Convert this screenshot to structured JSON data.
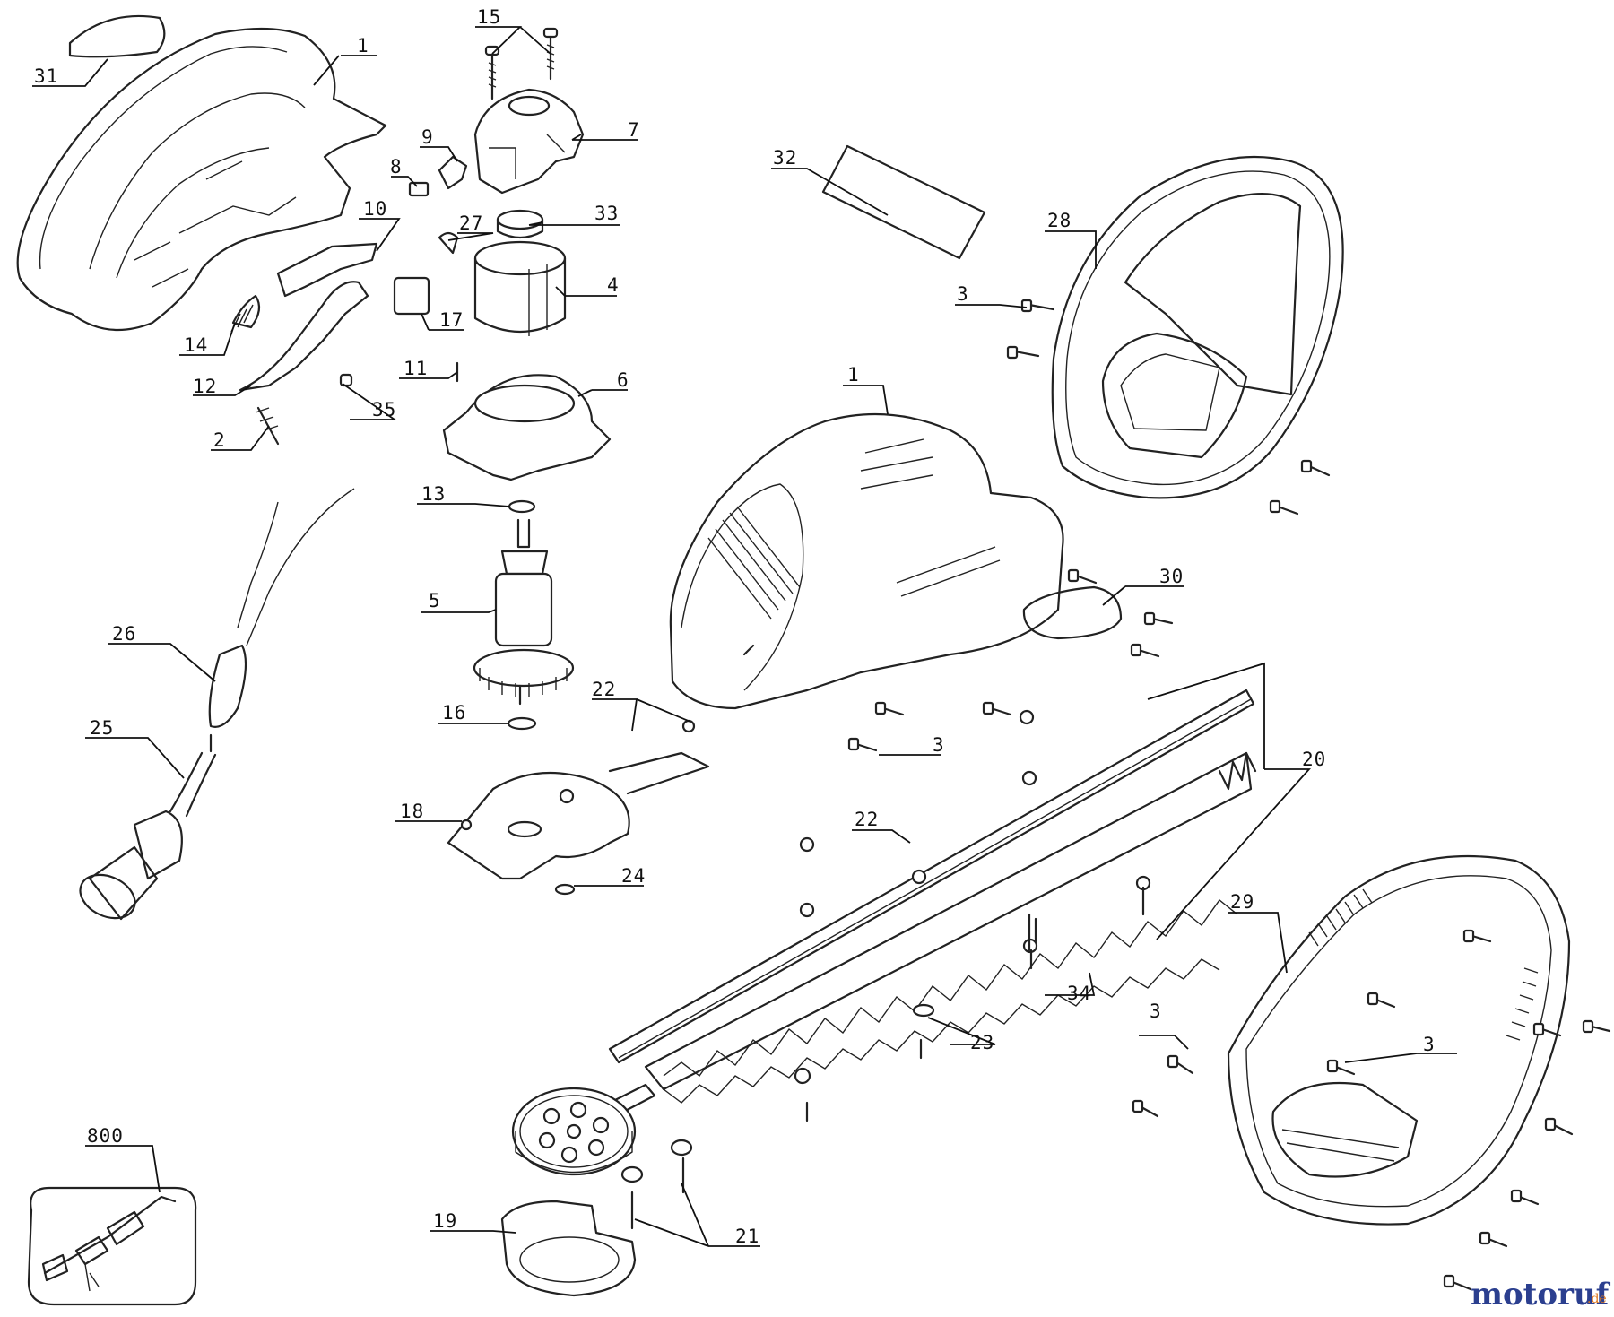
{
  "diagram": {
    "part_labels": [
      "31",
      "1",
      "15",
      "7",
      "9",
      "8",
      "10",
      "27",
      "33",
      "14",
      "17",
      "4",
      "12",
      "11",
      "35",
      "6",
      "2",
      "32",
      "28",
      "3",
      "1",
      "13",
      "5",
      "30",
      "26",
      "16",
      "22",
      "25",
      "18",
      "24",
      "22",
      "3",
      "20",
      "29",
      "3",
      "3",
      "34",
      "23",
      "800",
      "19",
      "21"
    ]
  },
  "watermark": {
    "brand": "motoruf",
    "tld": ".de",
    "brand_color": "#2b3f8f",
    "accent_color": "#e07a1f"
  }
}
